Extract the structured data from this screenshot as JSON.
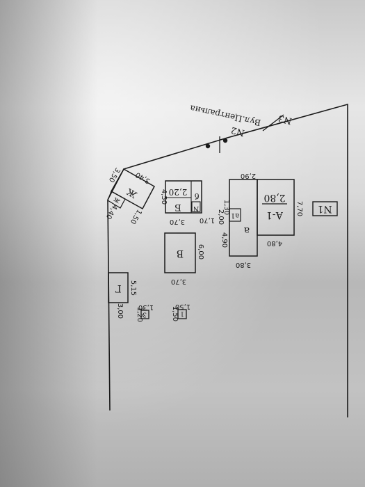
{
  "street": "Вул.Центральна",
  "points": {
    "n1": "N1",
    "n2": "N2",
    "n3": "N3"
  },
  "buildings": {
    "main_fraction_top": "А-1",
    "main_fraction_bottom": "2,80",
    "a": "а",
    "a1": "а1",
    "b_fraction_top": "Б",
    "b_fraction_bottom": "2,20",
    "b_six": "б",
    "n_mark": "N",
    "v": "В",
    "g": "Г",
    "zh": "Ж",
    "zh_small": "ж",
    "one": "1",
    "three": "3"
  },
  "dimensions": {
    "d_290": "2,90",
    "d_770": "7,70",
    "d_480": "4,80",
    "d_130": "1,30",
    "d_200": "2,00",
    "d_490": "4,90",
    "d_380": "3,80",
    "d_450": "4,50",
    "d_370a": "3,70",
    "d_170": "1,70",
    "d_600": "6,00",
    "d_370b": "3,70",
    "d_515": "5,15",
    "d_300": "3,00",
    "d_120": "1,20",
    "d_130b": "1,30",
    "d_150": "1,50",
    "d_150b": "1,50",
    "d_340": "3,40",
    "d_350": "3,50",
    "d_440": "4,40",
    "d_150c": "1,50"
  }
}
